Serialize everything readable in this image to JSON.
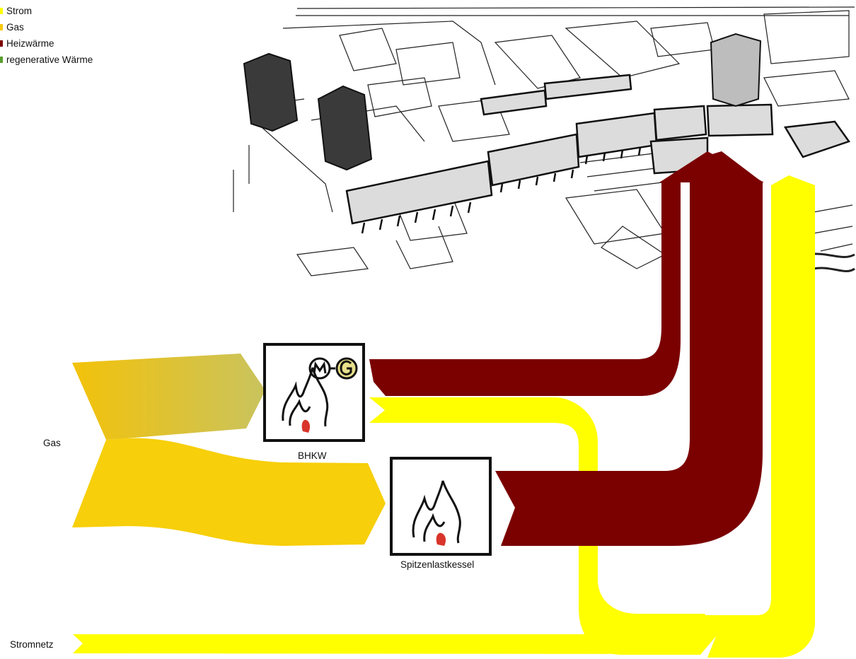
{
  "legend": [
    {
      "label": "Strom",
      "color": "#ffff00"
    },
    {
      "label": "Gas",
      "color": "#f7c80d"
    },
    {
      "label": "Heizwärme",
      "color": "#7b0000"
    },
    {
      "label": "regenerative Wärme",
      "color": "#5a9e2e"
    }
  ],
  "labels": {
    "gas_source": "Gas",
    "grid_source": "Stromnetz",
    "chp": "BHKW",
    "peak_boiler": "Spitzenlastkessel"
  },
  "colors": {
    "strom": "#ffff00",
    "gas": "#f7c80d",
    "heat": "#7b0000",
    "regen": "#5a9e2e"
  },
  "icons": {
    "chp": "flame-motor-generator-icon",
    "boiler": "flame-icon",
    "site": "building-sketch-icon"
  }
}
